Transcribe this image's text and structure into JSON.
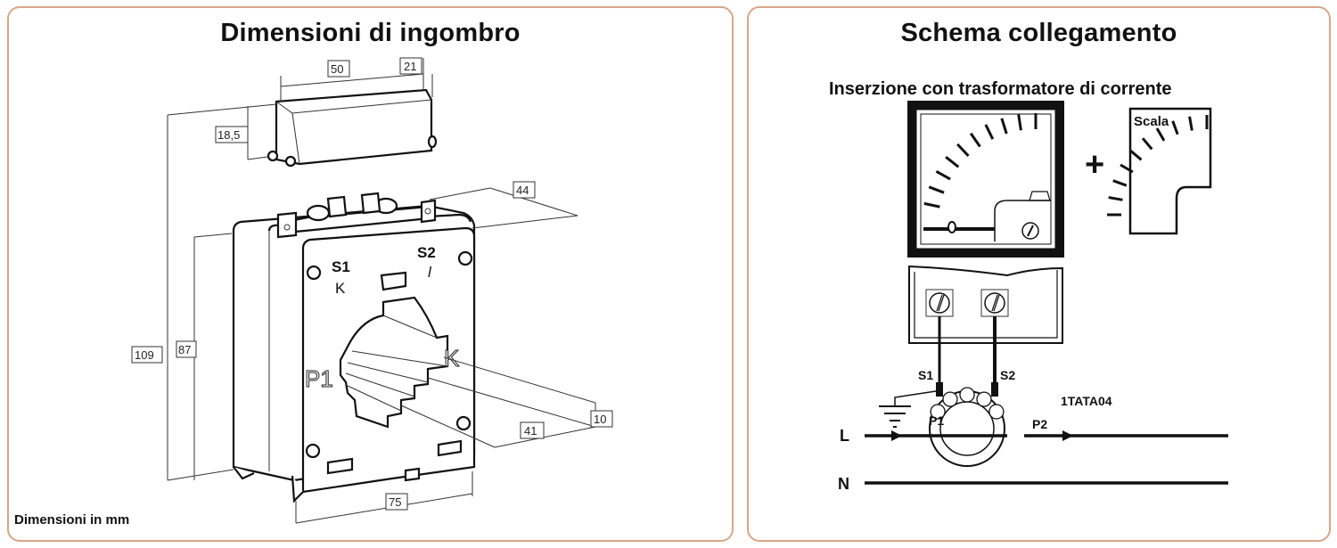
{
  "left_panel": {
    "title": "Dimensioni di ingombro",
    "footnote": "Dimensioni in mm",
    "dimensions": {
      "cover_length": "50",
      "cover_depth": "21",
      "cover_height": "18,5",
      "depth": "44",
      "total_height": "109",
      "body_height": "87",
      "width": "75",
      "window_width": "41",
      "window_height": "10"
    },
    "markings": {
      "s1": "S1",
      "k_small": "K",
      "s2": "S2",
      "l_small": "l",
      "p1": "P1",
      "k_large": "K"
    }
  },
  "right_panel": {
    "title": "Schema collegamento",
    "subtitle": "Inserzione con trasformatore di corrente",
    "plus_sign": "+",
    "scale_label": "Scala",
    "terminal_s1": "S1",
    "terminal_s2": "S2",
    "primary_p1": "P1",
    "primary_p2": "P2",
    "model_code": "1TATA04",
    "line_label": "L",
    "neutral_label": "N"
  }
}
